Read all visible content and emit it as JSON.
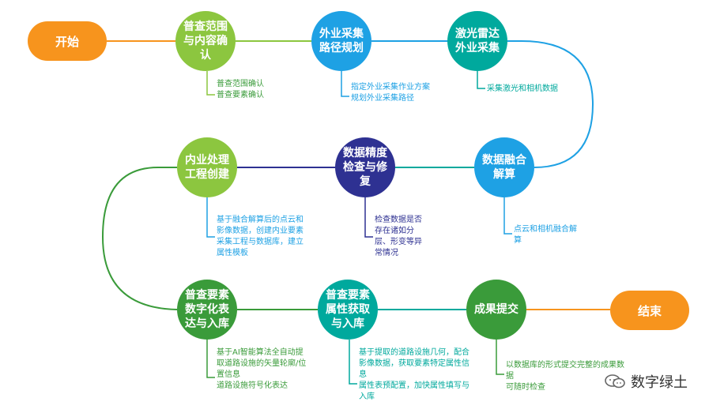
{
  "start": {
    "label": "开始"
  },
  "end": {
    "label": "结束"
  },
  "nodes": [
    {
      "label": "普查范围\n与内容确\n认",
      "note": "普查范围确认\n普查要素确认"
    },
    {
      "label": "外业采集\n路径规划",
      "note": "指定外业采集作业方案\n规划外业采集路径"
    },
    {
      "label": "激光雷达\n外业采集",
      "note": "采集激光和相机数据"
    },
    {
      "label": "数据融合\n解算",
      "note": "点云和相机融合解\n算"
    },
    {
      "label": "数据精度\n检查与修\n复",
      "note": "检查数据是否\n存在诸如分\n层、形变等异\n常情况"
    },
    {
      "label": "内业处理\n工程创建",
      "note": "基于融合解算后的点云和\n影像数据，创建内业要素\n采集工程与数据库，建立\n属性模板"
    },
    {
      "label": "普查要素\n数字化表\n达与入库",
      "note": "基于AI智能算法全自动提\n取道路设施的矢量轮廓/位\n置信息\n道路设施符号化表达"
    },
    {
      "label": "普查要素\n属性获取\n与入库",
      "note": "基于提取的道路设施几何，配合\n影像数据，获取要素特定属性信\n息\n属性表预配置，加快属性填写与\n入库"
    },
    {
      "label": "成果提交",
      "note": "以数据库的形式提交完整的成果数\n据\n可随时检查"
    }
  ],
  "watermark": {
    "text": "数字绿土",
    "icon": "wechat-icon"
  },
  "colors": {
    "orange": "#f7941d",
    "green": "#8cc63f",
    "blue": "#1ea1e4",
    "teal": "#00a99d",
    "navy": "#2e3192",
    "darkgreen": "#3a9b3a",
    "gray": "#555555"
  }
}
